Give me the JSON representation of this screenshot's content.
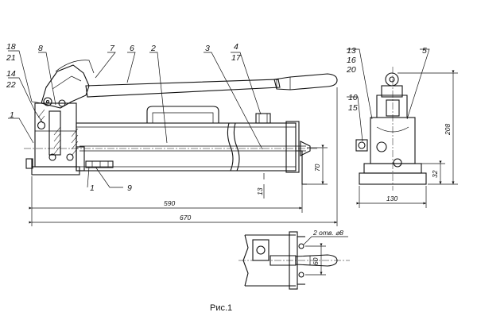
{
  "caption": "Рис.1",
  "parts_main": {
    "p18": "18",
    "p21": "21",
    "p14": "14",
    "p22": "22",
    "p1a": "1",
    "p8": "8",
    "p7": "7",
    "p6": "6",
    "p2": "2",
    "p3": "3",
    "p4": "4",
    "p17": "17",
    "p9": "9",
    "p1b": "1"
  },
  "parts_side": {
    "p13": "13",
    "p16": "16",
    "p20": "20",
    "p10": "10",
    "p15": "15",
    "p5": "5"
  },
  "dimensions": {
    "len590": "590",
    "len670": "670",
    "h70": "70",
    "h13": "13",
    "w130": "130",
    "h208": "208",
    "h32": "32"
  },
  "detail": {
    "holes": "2 отв. ⌀8",
    "h60": "60"
  }
}
